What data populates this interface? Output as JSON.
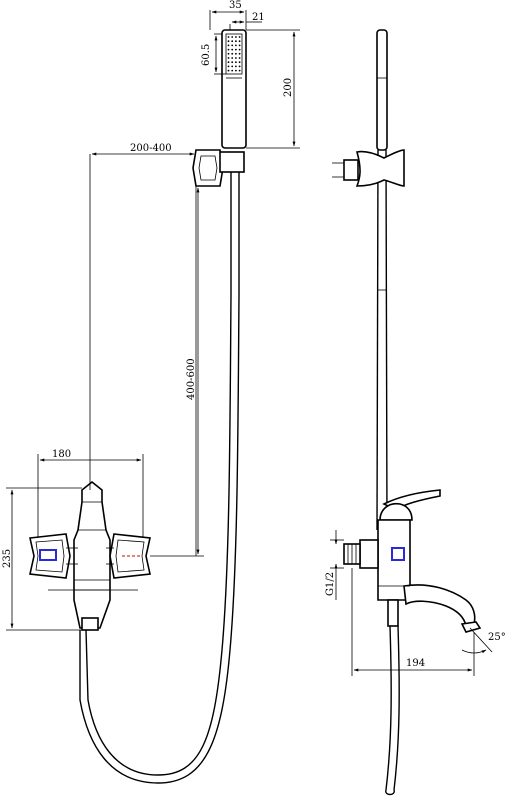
{
  "dimensions": {
    "head_width": "35",
    "head_offset": "21",
    "spray_height": "60.5",
    "head_length": "200",
    "holder_range": "200-400",
    "slide_range": "400-600",
    "center_spacing": "180",
    "body_height": "235",
    "thread": "G1/2",
    "spout_reach": "194",
    "spout_angle": "25°"
  },
  "colors": {
    "line": "#000000",
    "indicator_blue": "#2b2bd6",
    "indicator_red": "#d63a2b"
  }
}
